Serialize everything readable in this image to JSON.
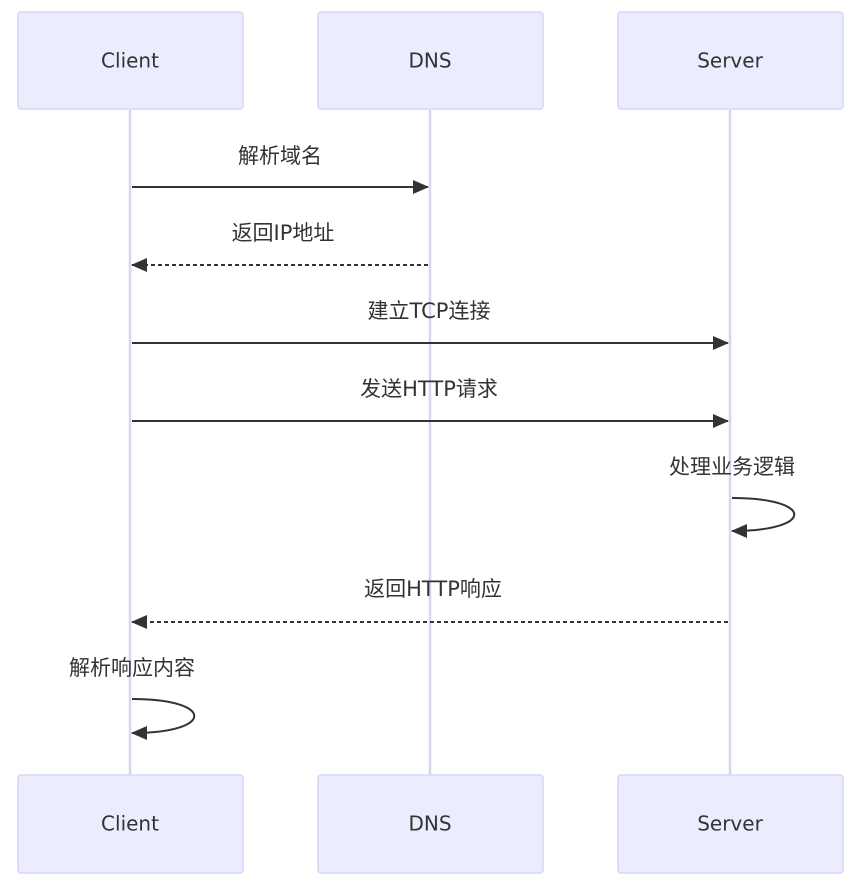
{
  "participants": [
    {
      "id": "client",
      "label": "Client"
    },
    {
      "id": "dns",
      "label": "DNS"
    },
    {
      "id": "server",
      "label": "Server"
    }
  ],
  "messages": [
    {
      "from": "client",
      "to": "dns",
      "label": "解析域名",
      "style": "solid"
    },
    {
      "from": "dns",
      "to": "client",
      "label": "返回IP地址",
      "style": "dashed"
    },
    {
      "from": "client",
      "to": "server",
      "label": "建立TCP连接",
      "style": "solid"
    },
    {
      "from": "client",
      "to": "server",
      "label": "发送HTTP请求",
      "style": "solid"
    },
    {
      "from": "server",
      "to": "server",
      "label": "处理业务逻辑",
      "style": "solid"
    },
    {
      "from": "server",
      "to": "client",
      "label": "返回HTTP响应",
      "style": "dashed"
    },
    {
      "from": "client",
      "to": "client",
      "label": "解析响应内容",
      "style": "solid"
    }
  ],
  "colors": {
    "actor_fill": "#ececff",
    "actor_stroke": "#d6d6f5",
    "lifeline": "#d9d4ef",
    "line": "#333333",
    "text": "#333333"
  }
}
